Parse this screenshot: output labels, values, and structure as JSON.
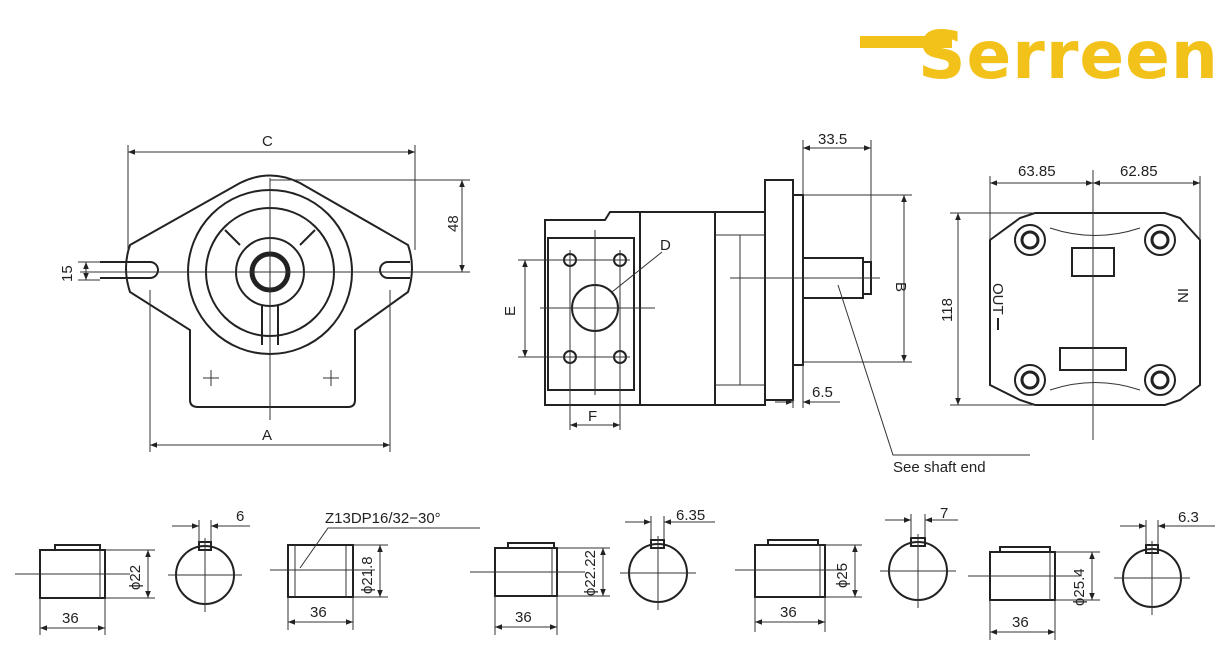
{
  "brand": {
    "logo_text": "Serreen",
    "accent_color": "#f2c21a"
  },
  "diagram": {
    "front_view": {
      "dim_c": "C",
      "dim_a": "A",
      "dim_48": "48",
      "dim_15": "15"
    },
    "side_view": {
      "dim_33_5": "33.5",
      "dim_d": "D",
      "dim_e": "E",
      "dim_f": "F",
      "dim_b": "B",
      "dim_6_5": "6.5",
      "note_see_shaft_end": "See shaft end"
    },
    "rear_view": {
      "dim_63_85": "63.85",
      "dim_62_85": "62.85",
      "dim_118": "118",
      "label_out": "OUT",
      "label_in": "IN"
    },
    "shaft_ends": [
      {
        "length": "36",
        "diameter": "ϕ22",
        "key_width": "6"
      },
      {
        "length": "36",
        "diameter": "ϕ21.8",
        "spline_spec": "Z13DP16/32−30°"
      },
      {
        "length": "36",
        "diameter": "ϕ22.22",
        "key_width": "6.35"
      },
      {
        "length": "36",
        "diameter": "ϕ25",
        "key_width": "7"
      },
      {
        "length": "36",
        "diameter": "ϕ25.4",
        "key_width": "6.3"
      }
    ]
  }
}
